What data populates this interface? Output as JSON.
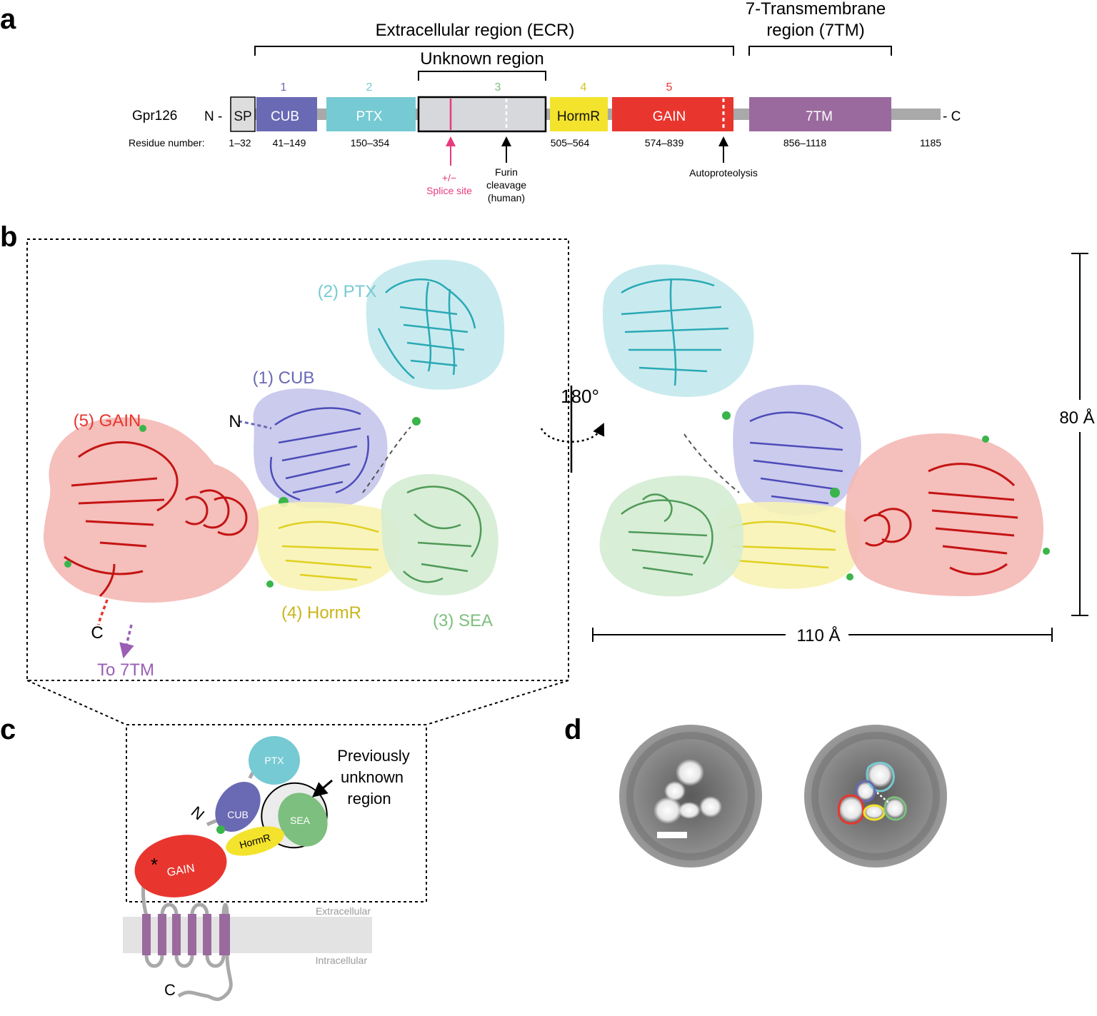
{
  "panel_a": {
    "letter": "a",
    "protein": "Gpr126",
    "n_term": "N -",
    "c_term": "- C",
    "ecr_label": "Extracellular region (ECR)",
    "tm_label_line1": "7-Transmembrane",
    "tm_label_line2": "region (7TM)",
    "unknown_label": "Unknown region",
    "residue_label": "Residue number:",
    "last_residue": "1185",
    "domains": [
      {
        "key": "sp",
        "label": "SP",
        "number": "",
        "range": "1–32",
        "color": "#dddddd",
        "text_color": "#111111",
        "num_color": "#111111"
      },
      {
        "key": "cub",
        "label": "CUB",
        "number": "1",
        "range": "41–149",
        "color": "#6a69b4",
        "text_color": "#ffffff",
        "num_color": "#6a69b4"
      },
      {
        "key": "ptx",
        "label": "PTX",
        "number": "2",
        "range": "150–354",
        "color": "#76cad3",
        "text_color": "#ffffff",
        "num_color": "#76cad3"
      },
      {
        "key": "sea",
        "label": "",
        "number": "3",
        "range": "",
        "color": "#d6d8db",
        "text_color": "#111111",
        "num_color": "#7dbf7e"
      },
      {
        "key": "hormr",
        "label": "HormR",
        "number": "4",
        "range": "505–564",
        "color": "#f3e32c",
        "text_color": "#111111",
        "num_color": "#d9c21e"
      },
      {
        "key": "gain",
        "label": "GAIN",
        "number": "5",
        "range": "574–839",
        "color": "#e8362f",
        "text_color": "#ffffff",
        "num_color": "#e8362f"
      },
      {
        "key": "tm7",
        "label": "7TM",
        "number": "",
        "range": "856–1118",
        "color": "#9a6a9e",
        "text_color": "#ffffff",
        "num_color": "#9a6a9e"
      }
    ],
    "splice_line1": "+/−",
    "splice_line2": "Splice site",
    "furin_line1": "Furin",
    "furin_line2": "cleavage",
    "furin_line3": "(human)",
    "autoproteolysis": "Autoproteolysis",
    "colors": {
      "splice": "#e83a7e",
      "linker": "#a9a9a9"
    }
  },
  "panel_b": {
    "letter": "b",
    "ptx_label": "(2) PTX",
    "cub_label": "(1) CUB",
    "gain_label": "(5) GAIN",
    "hormr_label": "(4) HormR",
    "sea_label": "(3) SEA",
    "n_label": "N",
    "c_label": "C",
    "to7tm_label": "To 7TM",
    "rotation_label": "180°",
    "height_label": "80 Å",
    "width_label": "110 Å"
  },
  "panel_c": {
    "letter": "c",
    "ptx": "PTX",
    "cub": "CUB",
    "sea": "SEA",
    "hormr": "HormR",
    "gain": "GAIN",
    "n": "N",
    "c": "C",
    "asterisk": "*",
    "prev_line1": "Previously",
    "prev_line2": "unknown",
    "prev_line3": "region",
    "extracellular": "Extracellular",
    "intracellular": "Intracellular"
  },
  "panel_d": {
    "letter": "d"
  }
}
